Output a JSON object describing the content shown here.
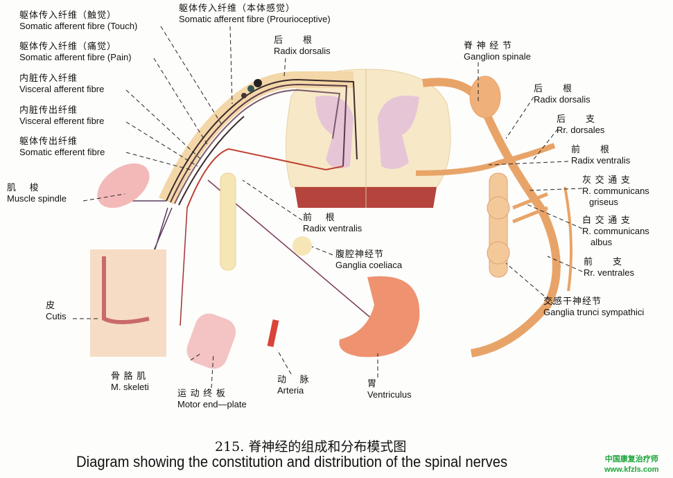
{
  "labels": {
    "touch": {
      "zh": "躯体传入纤维（触觉）",
      "en": "Somatic afferent fibre (Touch)"
    },
    "pain": {
      "zh": "躯体传入纤维（痛觉）",
      "en": "Somatic afferent fibre (Pain)"
    },
    "visceral_afferent": {
      "zh": "内脏传入纤维",
      "en": "Visceral afferent fibre"
    },
    "visceral_efferent": {
      "zh": "内脏传出纤维",
      "en": "Visceral efferent fibre"
    },
    "somatic_efferent": {
      "zh": "躯体传出纤维",
      "en": "Somatic efferent fibre"
    },
    "proprio": {
      "zh": "躯体传入纤维（本体感觉）",
      "en": "Somatic afferent fibre (Prourioceptive)"
    },
    "radix_dorsalis_top": {
      "zh": "后　　根",
      "en": "Radix dorsalis"
    },
    "ganglion_spinale": {
      "zh": "脊 神 经 节",
      "en": "Ganglion spinale"
    },
    "radix_dorsalis_right": {
      "zh": "后　　根",
      "en": "Radix dorsalis"
    },
    "rr_dorsales": {
      "zh": "后　　支",
      "en": "Rr. dorsales"
    },
    "radix_ventralis_right": {
      "zh": "前　　根",
      "en": "Radix ventralis"
    },
    "r_comm_griseus": {
      "zh": "灰 交 通 支",
      "en": "R. communicans",
      "en2": "griseus"
    },
    "r_comm_albus": {
      "zh": "白 交 通 支",
      "en": "R. communicans",
      "en2": "albus"
    },
    "rr_ventrales": {
      "zh": "前　　支",
      "en": "Rr. ventrales"
    },
    "ganglia_trunci": {
      "zh": "交感干神经节",
      "en": "Ganglia trunci sympathici"
    },
    "muscle_spindle": {
      "zh": "肌　 梭",
      "en": "Muscle spindle"
    },
    "radix_ventralis_center": {
      "zh": "前　 根",
      "en": "Radix ventralis"
    },
    "ganglia_coeliaca": {
      "zh": "腹腔神经节",
      "en": "Ganglia coeliaca"
    },
    "cutis": {
      "zh": "皮",
      "en": "Cutis"
    },
    "m_skeleti": {
      "zh": "骨 胳 肌",
      "en": "M. skeleti"
    },
    "motor_end_plate": {
      "zh": "运 动 终 板",
      "en": "Motor end—plate"
    },
    "arteria": {
      "zh": "动　 脉",
      "en": "Arteria"
    },
    "ventriculus": {
      "zh": "胃",
      "en": "Ventriculus"
    }
  },
  "caption": {
    "zh": "215. 脊神经的组成和分布模式图",
    "en": "Diagram showing the constitution and distribution of the spinal nerves"
  },
  "watermark": {
    "line1": "中国康复治疗师",
    "line2": "www.kfzls.com"
  },
  "colors": {
    "nerve": "#e8a468",
    "cord": "#f7e9c8",
    "grey_matter": "#e6c6d6",
    "fibre": "#3a2a2a"
  }
}
